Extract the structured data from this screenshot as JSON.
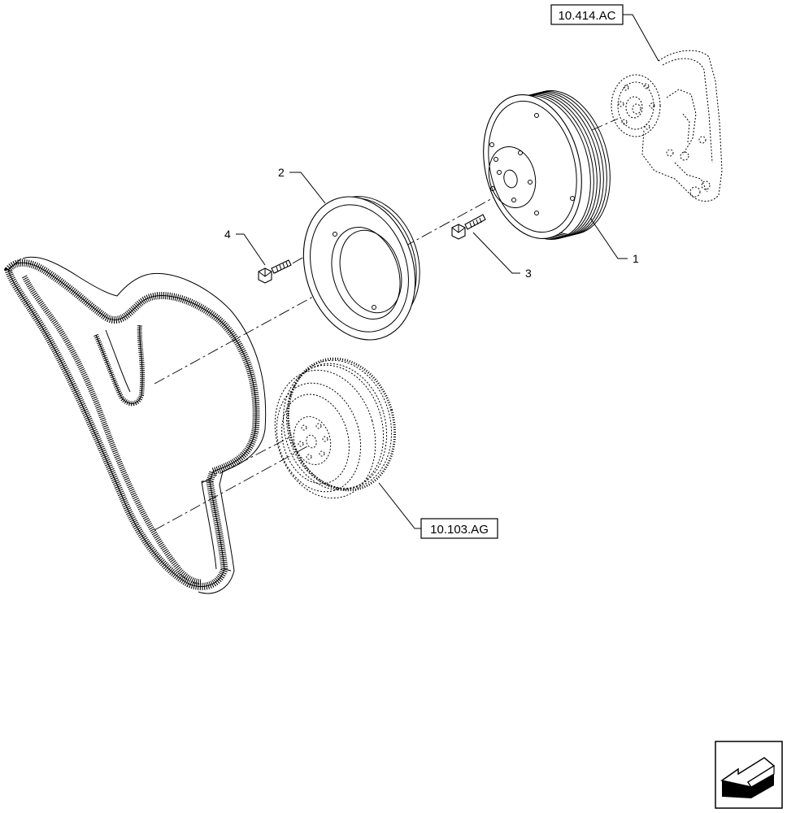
{
  "references": {
    "ref_top": "10.414.AC",
    "ref_bottom": "10.103.AG"
  },
  "callouts": {
    "c1": "1",
    "c2": "2",
    "c3": "3",
    "c4": "4"
  },
  "icons": {
    "nav": "arrow-back-icon"
  }
}
